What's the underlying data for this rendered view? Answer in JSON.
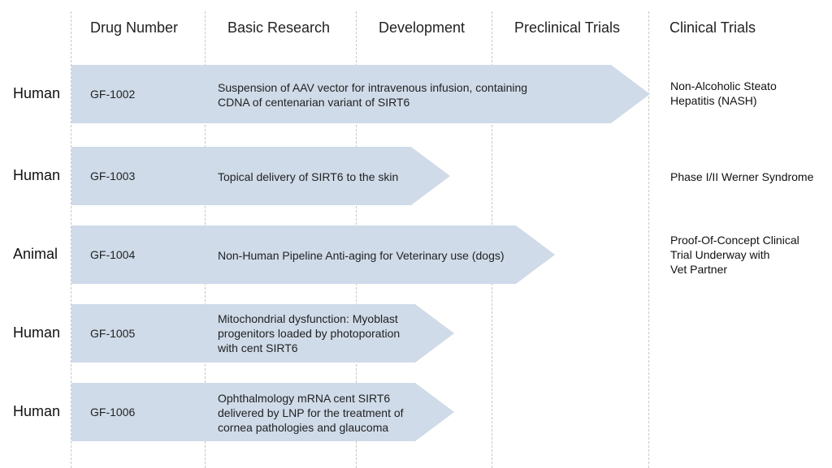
{
  "headers": {
    "drug_number": "Drug Number",
    "basic_research": "Basic Research",
    "development": "Development",
    "preclinical": "Preclinical Trials",
    "clinical": "Clinical Trials"
  },
  "arrow_color": "#cfdbe9",
  "rows": [
    {
      "kind": "Human",
      "code": "GF-1002",
      "description": "Suspension of AAV vector for intravenous infusion, containing\nCDNA of centenarian variant of SIRT6",
      "clinical": "Non-Alcoholic Steato\nHepatitis (NASH)"
    },
    {
      "kind": "Human",
      "code": "GF-1003",
      "description": "Topical delivery of SIRT6 to the skin",
      "clinical": "Phase I/II Werner Syndrome"
    },
    {
      "kind": "Animal",
      "code": "GF-1004",
      "description": "Non-Human Pipeline Anti-aging for Veterinary use (dogs)",
      "clinical": "Proof-Of-Concept Clinical\nTrial Underway with\nVet Partner"
    },
    {
      "kind": "Human",
      "code": "GF-1005",
      "description": "Mitochondrial dysfunction: Myoblast\nprogenitors loaded by photoporation\nwith cent SIRT6",
      "clinical": ""
    },
    {
      "kind": "Human",
      "code": "GF-1006",
      "description": "Ophthalmology mRNA cent SIRT6\ndelivered by LNP for the treatment of\ncornea pathologies and glaucoma",
      "clinical": ""
    }
  ]
}
